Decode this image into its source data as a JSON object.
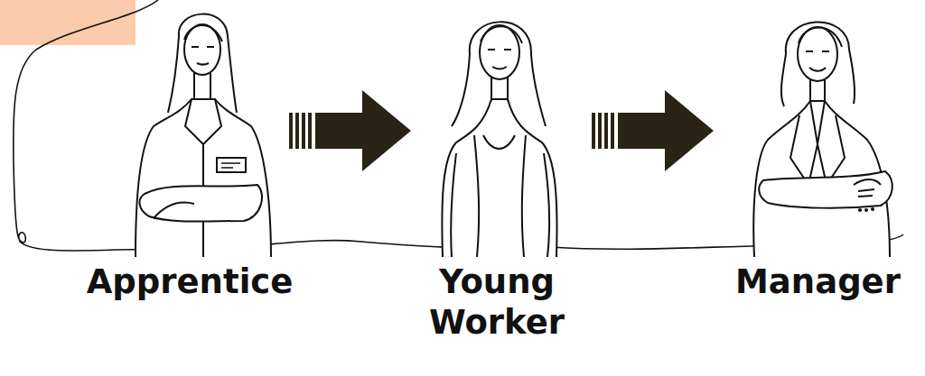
{
  "diagram": {
    "nodes": [
      {
        "text": [
          "Apprentice"
        ]
      },
      {
        "text": [
          "Young Worker"
        ]
      },
      {
        "text": [
          "Manager"
        ]
      }
    ],
    "edges": [
      {
        "from": 0,
        "to": 1,
        "arrow": "to"
      },
      {
        "from": 1,
        "to": 2,
        "arrow": "to"
      }
    ]
  }
}
